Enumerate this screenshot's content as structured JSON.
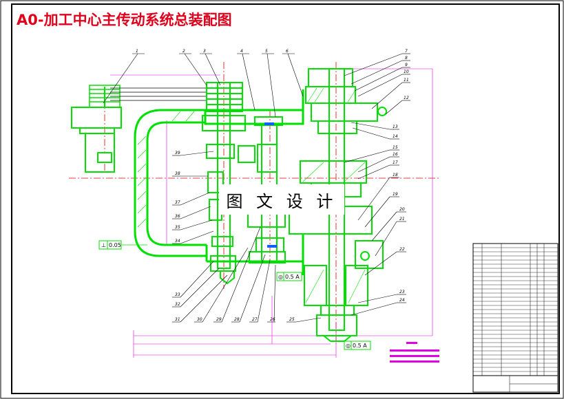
{
  "drawing": {
    "title": "A0-加工中心主传动系统总装配图",
    "watermark": "图 文 设 计",
    "tolerances": {
      "perpendicularity": "0.05",
      "runout_upper": "0.5 A",
      "runout_lower": "0.5 A"
    },
    "balloons": [
      "1",
      "2",
      "3",
      "4",
      "5",
      "6",
      "7",
      "8",
      "9",
      "10",
      "11",
      "12",
      "13",
      "14",
      "15",
      "16",
      "17",
      "18",
      "19",
      "20",
      "21",
      "22",
      "23",
      "24",
      "25",
      "26",
      "27",
      "28",
      "29",
      "30",
      "31",
      "32",
      "33",
      "34",
      "35",
      "36",
      "37",
      "38",
      "39"
    ],
    "colors": {
      "frame": "#000000",
      "title": "#e0001b",
      "part_outline": "#00e000",
      "centerline": "#e00000",
      "dimension": "#e000e0",
      "balloon_line": "#000000"
    }
  }
}
